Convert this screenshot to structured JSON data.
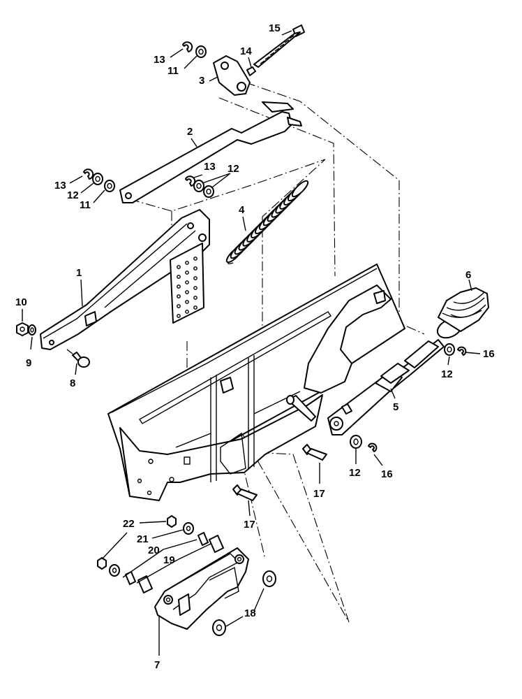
{
  "diagram": {
    "callouts": [
      {
        "id": "c15",
        "label": "15"
      },
      {
        "id": "c14",
        "label": "14"
      },
      {
        "id": "c13a",
        "label": "13"
      },
      {
        "id": "c11a",
        "label": "11"
      },
      {
        "id": "c3",
        "label": "3"
      },
      {
        "id": "c2",
        "label": "2"
      },
      {
        "id": "c13b",
        "label": "13"
      },
      {
        "id": "c12a",
        "label": "12"
      },
      {
        "id": "c13c",
        "label": "13"
      },
      {
        "id": "c12b",
        "label": "12"
      },
      {
        "id": "c11b",
        "label": "11"
      },
      {
        "id": "c4",
        "label": "4"
      },
      {
        "id": "c1",
        "label": "1"
      },
      {
        "id": "c10",
        "label": "10"
      },
      {
        "id": "c9",
        "label": "9"
      },
      {
        "id": "c8",
        "label": "8"
      },
      {
        "id": "c6",
        "label": "6"
      },
      {
        "id": "c16a",
        "label": "16"
      },
      {
        "id": "c12c",
        "label": "12"
      },
      {
        "id": "c5",
        "label": "5"
      },
      {
        "id": "c12d",
        "label": "12"
      },
      {
        "id": "c16b",
        "label": "16"
      },
      {
        "id": "c17a",
        "label": "17"
      },
      {
        "id": "c17b",
        "label": "17"
      },
      {
        "id": "c22",
        "label": "22"
      },
      {
        "id": "c21",
        "label": "21"
      },
      {
        "id": "c20",
        "label": "20"
      },
      {
        "id": "c19",
        "label": "19"
      },
      {
        "id": "c18",
        "label": "18"
      },
      {
        "id": "c7",
        "label": "7"
      }
    ]
  }
}
